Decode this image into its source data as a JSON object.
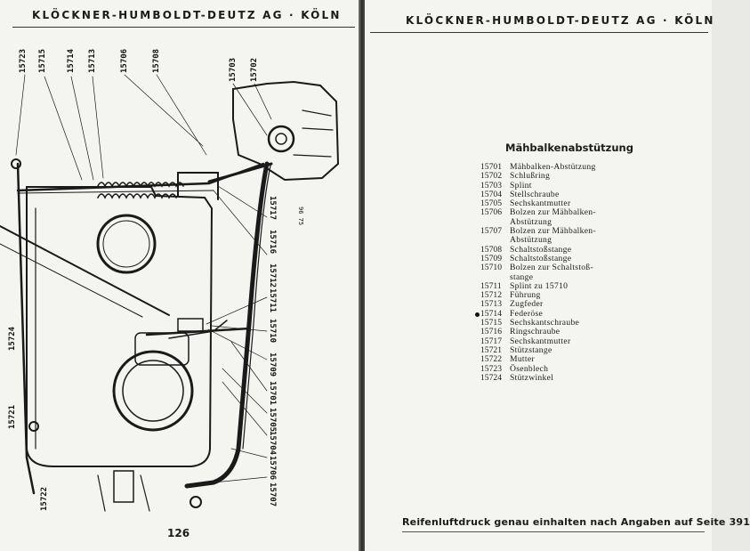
{
  "left_page": {
    "header": "KLÖCKNER-HUMBOLDT-DEUTZ AG · KÖLN",
    "page_number": "126",
    "diagram": {
      "top_labels": [
        "15723",
        "15715",
        "15714",
        "15713",
        "15706",
        "15708",
        "15703",
        "15702"
      ],
      "right_labels_upper": [
        "15717",
        "15716",
        "15712",
        "15711",
        "15710",
        "15709",
        "15701",
        "15705",
        "15704",
        "15706",
        "15707"
      ],
      "left_labels": [
        "15724",
        "15721",
        "15722"
      ],
      "stamp": "96 75"
    }
  },
  "right_page": {
    "header": "KLÖCKNER-HUMBOLDT-DEUTZ AG · KÖLN",
    "section_title": "Mähbalkenabstützung",
    "parts": [
      {
        "number": "15701",
        "description": "Mähbalken-Abstützung"
      },
      {
        "number": "15702",
        "description": "Schlußring"
      },
      {
        "number": "15703",
        "description": "Splint"
      },
      {
        "number": "15704",
        "description": "Stellschraube"
      },
      {
        "number": "15705",
        "description": "Sechskantmutter"
      },
      {
        "number": "15706",
        "description": "Bolzen zur Mähbalken-"
      },
      {
        "number": "",
        "description": "Abstützung"
      },
      {
        "number": "15707",
        "description": "Bolzen zur Mähbalken-"
      },
      {
        "number": "",
        "description": "Abstützung"
      },
      {
        "number": "15708",
        "description": "Schaltstoßstange"
      },
      {
        "number": "15709",
        "description": "Schaltstoßstange"
      },
      {
        "number": "15710",
        "description": "Bolzen zur Schaltstoß-"
      },
      {
        "number": "",
        "description": "stange"
      },
      {
        "number": "15711",
        "description": "Splint zu 15710"
      },
      {
        "number": "15712",
        "description": "Führung"
      },
      {
        "number": "15713",
        "description": "Zugfeder"
      },
      {
        "number": "15714",
        "description": "Federöse"
      },
      {
        "number": "15715",
        "description": "Sechskantschraube"
      },
      {
        "number": "15716",
        "description": "Ringschraube"
      },
      {
        "number": "15717",
        "description": "Sechskantmutter"
      },
      {
        "number": "15721",
        "description": "Stützstange"
      },
      {
        "number": "15722",
        "description": "Mutter"
      },
      {
        "number": "15723",
        "description": "Ösenblech"
      },
      {
        "number": "15724",
        "description": "Stützwinkel"
      }
    ],
    "footer_note": "Reifenluftdruck genau einhalten nach Angaben auf Seite 391"
  }
}
